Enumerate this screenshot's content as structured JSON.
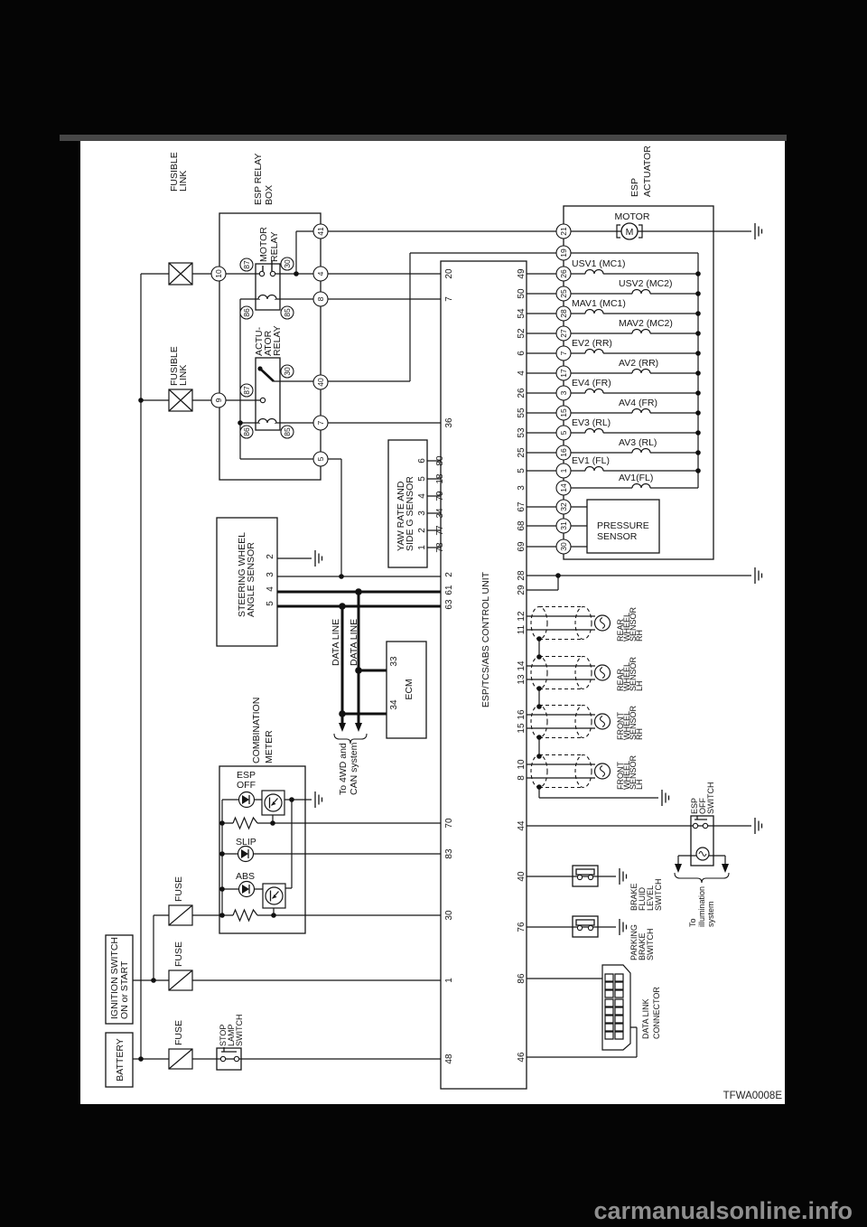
{
  "page": {
    "watermark": "carmanualsonline.info",
    "figure_code": "TFWA0008E"
  },
  "labels": {
    "battery": "BATTERY",
    "ignition": [
      "IGNITION SWITCH",
      "ON or START"
    ],
    "fuse": "FUSE",
    "fusible_link": [
      "FUSIBLE",
      "LINK"
    ],
    "stop_lamp": [
      "STOP",
      "LAMP",
      "SWITCH"
    ],
    "esp_relay_box": [
      "ESP RELAY",
      "BOX"
    ],
    "motor_relay": [
      "MOTOR",
      "RELAY"
    ],
    "actuator_relay": [
      "ACTU-",
      "ATOR",
      "RELAY"
    ],
    "esp_actuator": [
      "ESP",
      "ACTUATOR"
    ],
    "motor": "MOTOR",
    "motor_symbol": "M",
    "control_unit": "ESP/TCS/ABS CONTROL UNIT",
    "yaw": [
      "YAW RATE AND",
      "SIDE G SENSOR"
    ],
    "steering": [
      "STEERING WHEEL",
      "ANGLE SENSOR"
    ],
    "data_line": "DATA LINE",
    "ecm": "ECM",
    "to_4wd": [
      "To 4WD and",
      "CAN system"
    ],
    "combination_meter": [
      "COMBINATION",
      "METER"
    ],
    "esp_off": [
      "ESP",
      "OFF"
    ],
    "slip": "SLIP",
    "abs": "ABS",
    "pressure": [
      "PRESSURE",
      "SENSOR"
    ],
    "valves_left": [
      "USV1 (MC1)",
      "MAV1 (MC1)",
      "EV2 (RR)",
      "EV4 (FR)",
      "EV3 (RL)",
      "EV1 (FL)"
    ],
    "valves_right": [
      "USV2 (MC2)",
      "MAV2 (MC2)",
      "AV2 (RR)",
      "AV4 (FR)",
      "AV3 (RL)",
      "AV1(FL)"
    ],
    "ws_rr_rh": [
      "REAR",
      "WHEEL",
      "SENSOR",
      "RH"
    ],
    "ws_rr_lh": [
      "REAR",
      "WHEEL",
      "SENSOR",
      "LH"
    ],
    "ws_fr_rh": [
      "FRONT",
      "WHEEL",
      "SENSOR",
      "RH"
    ],
    "ws_fr_lh": [
      "FRONT",
      "WHEEL",
      "SENSOR",
      "LH"
    ],
    "esp_off_switch": [
      "ESP",
      "OFF",
      "SWITCH"
    ],
    "to_illumination": [
      "To",
      "illumination",
      "system"
    ],
    "brake_fluid": [
      "BRAKE",
      "FLUID",
      "LEVEL",
      "SWITCH"
    ],
    "parking_brake": [
      "PARKING",
      "BRAKE",
      "SWITCH"
    ],
    "dlc": [
      "DATA LINK",
      "CONNECTOR"
    ]
  },
  "pins": {
    "cu_left": [
      "20",
      "7",
      "36",
      "80",
      "18",
      "79",
      "34",
      "77",
      "78",
      "2",
      "61",
      "63",
      "70",
      "83",
      "30",
      "1",
      "48"
    ],
    "cu_right": [
      "49",
      "50",
      "54",
      "52",
      "6",
      "4",
      "26",
      "55",
      "53",
      "25",
      "5",
      "3",
      "67",
      "68",
      "69",
      "28",
      "29",
      "12",
      "11",
      "14",
      "13",
      "16",
      "15",
      "10",
      "8",
      "44",
      "40",
      "76",
      "86",
      "46"
    ],
    "act_conn": [
      "21",
      "19",
      "26",
      "25",
      "28",
      "27",
      "7",
      "17",
      "3",
      "15",
      "5",
      "16",
      "1",
      "14",
      "32",
      "31",
      "30"
    ],
    "relay_edge": [
      "41",
      "4",
      "8",
      "40",
      "7",
      "5"
    ],
    "relay_feed": [
      "10",
      "9"
    ],
    "motor_relay": [
      "87",
      "30",
      "86",
      "85"
    ],
    "actuator_relay": [
      "30",
      "87",
      "86",
      "85"
    ],
    "yaw": [
      "6",
      "5",
      "4",
      "3",
      "2",
      "1"
    ],
    "steering": [
      "2",
      "3",
      "4",
      "5"
    ],
    "ecm": [
      "33",
      "34"
    ]
  }
}
